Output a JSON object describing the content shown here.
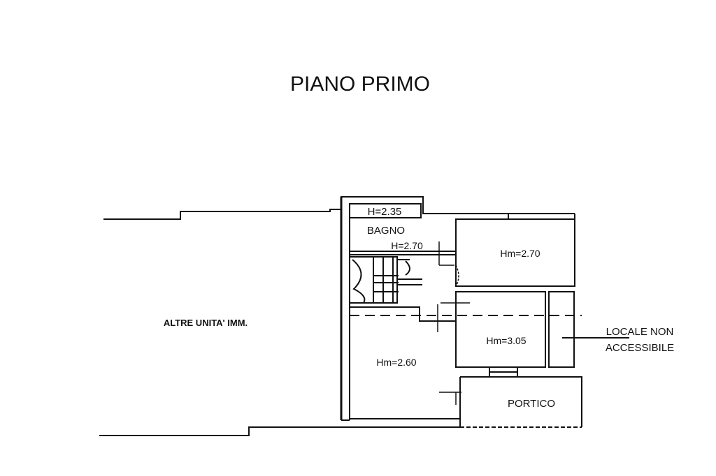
{
  "title": "PIANO PRIMO",
  "rooms": {
    "bagno_height": "H=2.35",
    "bagno_name": "BAGNO",
    "corridor_height": "H=2.70",
    "room_ne_height": "Hm=2.70",
    "room_center_height": "Hm=3.05",
    "room_sw_height": "Hm=2.60",
    "portico": "PORTICO"
  },
  "adjacent_unit": "ALTRE UNITA' IMM.",
  "callout": {
    "line1": "LOCALE NON",
    "line2": "ACCESSIBILE"
  },
  "colors": {
    "ink": "#111111",
    "background": "#ffffff"
  }
}
